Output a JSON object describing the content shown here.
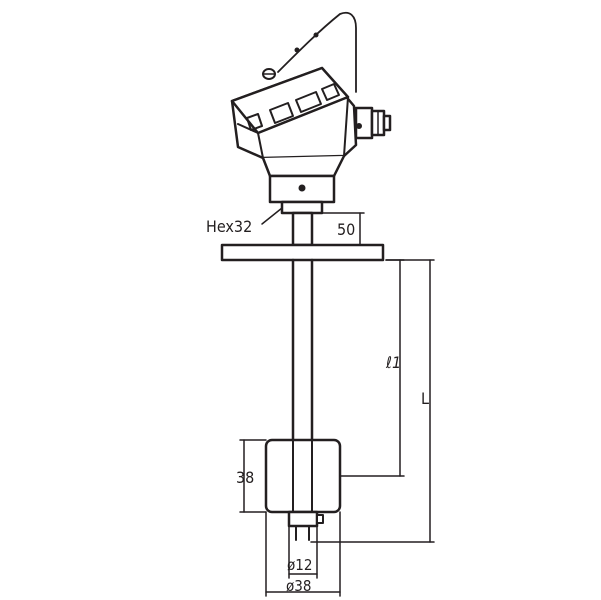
{
  "drawing": {
    "labels": {
      "hex": "Hex32",
      "height_flange": "50",
      "length_l1": "ℓ1",
      "length_total": "L",
      "float_height": "38",
      "diameter_stem": "ø12",
      "diameter_float": "ø38"
    },
    "colors": {
      "line": "#231f20",
      "background": "#ffffff"
    }
  }
}
